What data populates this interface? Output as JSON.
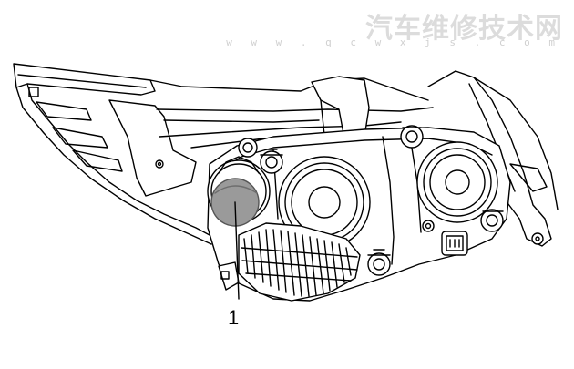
{
  "watermark": {
    "title": "汽车维修技术网",
    "url": "w w w . q c w x j s . c o m"
  },
  "callouts": [
    {
      "number": "1"
    }
  ]
}
